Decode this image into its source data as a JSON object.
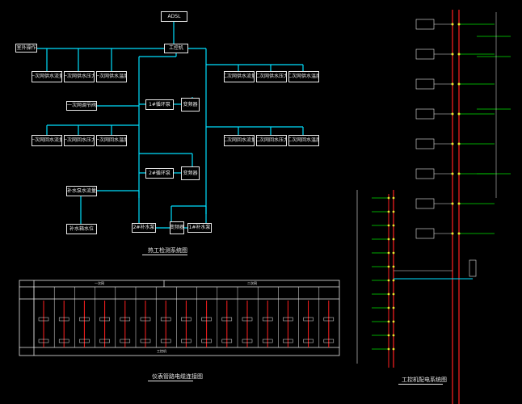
{
  "network": {
    "top_box": "ADSL",
    "main_box": "工控机",
    "left_label": "室外操作",
    "level1_row": [
      "一次网供水流量",
      "一次网供水压力",
      "一次网供水温度"
    ],
    "side_box": "一次网调节阀",
    "level2_row": [
      "一次网回水流量",
      "一次网回水压力",
      "一次网回水温度"
    ],
    "right_row1": [
      "二次网供水流量",
      "二次网供水压力",
      "二次网供水温度"
    ],
    "right_row2": [
      "二次网回水流量",
      "二次网回水压力",
      "二次网回水温度"
    ],
    "pump_a": "1#循环泵",
    "pump_b": "2#循环泵",
    "inverter_a": "变频器",
    "inverter_b": "变频器",
    "tank_valve": "补水泵水流量",
    "tank_level": "补水箱水位",
    "refill_a": "2#补水泵",
    "refill_inv": "变频器",
    "refill_b": "1#补水泵",
    "title": "热工检测系统图"
  },
  "cable_table": {
    "title": "仪表管路电缆连接图",
    "group_left": "一次网",
    "group_right": "二次网",
    "footer": "工控机"
  },
  "power": {
    "title": "工控机配电系统图"
  }
}
